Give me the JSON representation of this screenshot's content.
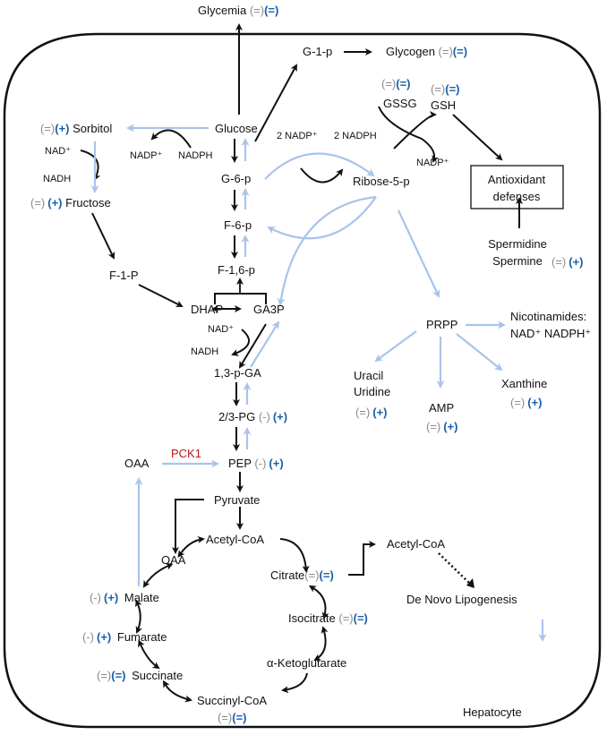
{
  "title": "Hepatocyte metabolic pathways",
  "cell_label": "Hepatocyte",
  "legend_colors": {
    "gray_marker": "#8a8a8a",
    "blue_marker": "#1a5fa8",
    "enzyme": "#c0141b",
    "light_arrow": "#a9c4ea",
    "dark_arrow": "#111111"
  },
  "nodes": {
    "glycemia": {
      "label": "Glycemia",
      "m1": "(=)",
      "m2": "(=)"
    },
    "g1p": {
      "label": "G-1-p"
    },
    "glycogen": {
      "label": "Glycogen",
      "m1": "(=)",
      "m2": "(=)"
    },
    "gssg": {
      "label": "GSSG",
      "m1": "(=)",
      "m2": "(=)"
    },
    "gsh": {
      "label": "GSH",
      "m1": "(=)",
      "m2": "(=)"
    },
    "sorbitol": {
      "label": "Sorbitol",
      "m1": "(=)",
      "m2": "(+)"
    },
    "glucose": {
      "label": "Glucose"
    },
    "nadp_2": {
      "label": "2 NADP⁺"
    },
    "nadph_2": {
      "label": "2 NADPH"
    },
    "nad_sorb": {
      "label": "NAD⁺"
    },
    "nadh_sorb": {
      "label": "NADH"
    },
    "nadp_glc": {
      "label": "NADP⁺"
    },
    "nadph_glc": {
      "label": "NADPH"
    },
    "nadp_gsh": {
      "label": "NADP⁺"
    },
    "g6p": {
      "label": "G-6-p"
    },
    "ribose5p": {
      "label": "Ribose-5-p"
    },
    "antioxidant": {
      "line1": "Antioxidant",
      "line2": "defenses"
    },
    "fructose": {
      "label": "Fructose",
      "m1": "(=)",
      "m2": "(+)"
    },
    "f6p": {
      "label": "F-6-p"
    },
    "f16p": {
      "label": "F-1,6-p"
    },
    "f1p": {
      "label": "F-1-P"
    },
    "spermidine": {
      "line1": "Spermidine",
      "line2": "Spermine",
      "m1": "(=)",
      "m2": "(+)"
    },
    "dhap": {
      "label": "DHAP"
    },
    "ga3p": {
      "label": "GA3P"
    },
    "nad_ga": {
      "label": "NAD⁺"
    },
    "nadh_ga": {
      "label": "NADH"
    },
    "prpp": {
      "label": "PRPP"
    },
    "nicotinamides": {
      "line1": "Nicotinamides:",
      "line2": "NAD⁺ NADPH⁺"
    },
    "p13ga": {
      "label": "1,3-p-GA"
    },
    "uracil": {
      "line1": "Uracil",
      "line2": "Uridine",
      "m1": "(=)",
      "m2": "(+)"
    },
    "xanthine": {
      "label": "Xanthine",
      "m1": "(=)",
      "m2": "(+)"
    },
    "amp": {
      "label": "AMP",
      "m1": "(=)",
      "m2": "(+)"
    },
    "pg23": {
      "label": "2/3-PG",
      "m1": "(-)",
      "m2": "(+)"
    },
    "oaa_top": {
      "label": "OAA"
    },
    "pck1": {
      "label": "PCK1"
    },
    "pep": {
      "label": "PEP",
      "m1": "(-)",
      "m2": "(+)"
    },
    "pyruvate": {
      "label": "Pyruvate"
    },
    "acetylcoa": {
      "label": "Acetyl-CoA"
    },
    "acetylcoa_cyto": {
      "label": "Acetyl-CoA"
    },
    "oaa": {
      "label": "OAA"
    },
    "citrate": {
      "label": "Citrate",
      "m1": "(=)",
      "m2": "(=)"
    },
    "malate": {
      "label": "Malate",
      "m1": "(-)",
      "m2": "(+)"
    },
    "dnl": {
      "label": "De Novo Lipogenesis"
    },
    "isocitrate": {
      "label": "Isocitrate",
      "m1": "(=)",
      "m2": "(=)"
    },
    "fumarate": {
      "label": "Fumarate",
      "m1": "(-)",
      "m2": "(+)"
    },
    "akg": {
      "label": "α-Ketoglutarate"
    },
    "succinate": {
      "label": "Succinate",
      "m1": "(=)",
      "m2": "(=)"
    },
    "succinylcoa": {
      "label": "Succinyl-CoA",
      "m1": "(=)",
      "m2": "(=)"
    }
  }
}
